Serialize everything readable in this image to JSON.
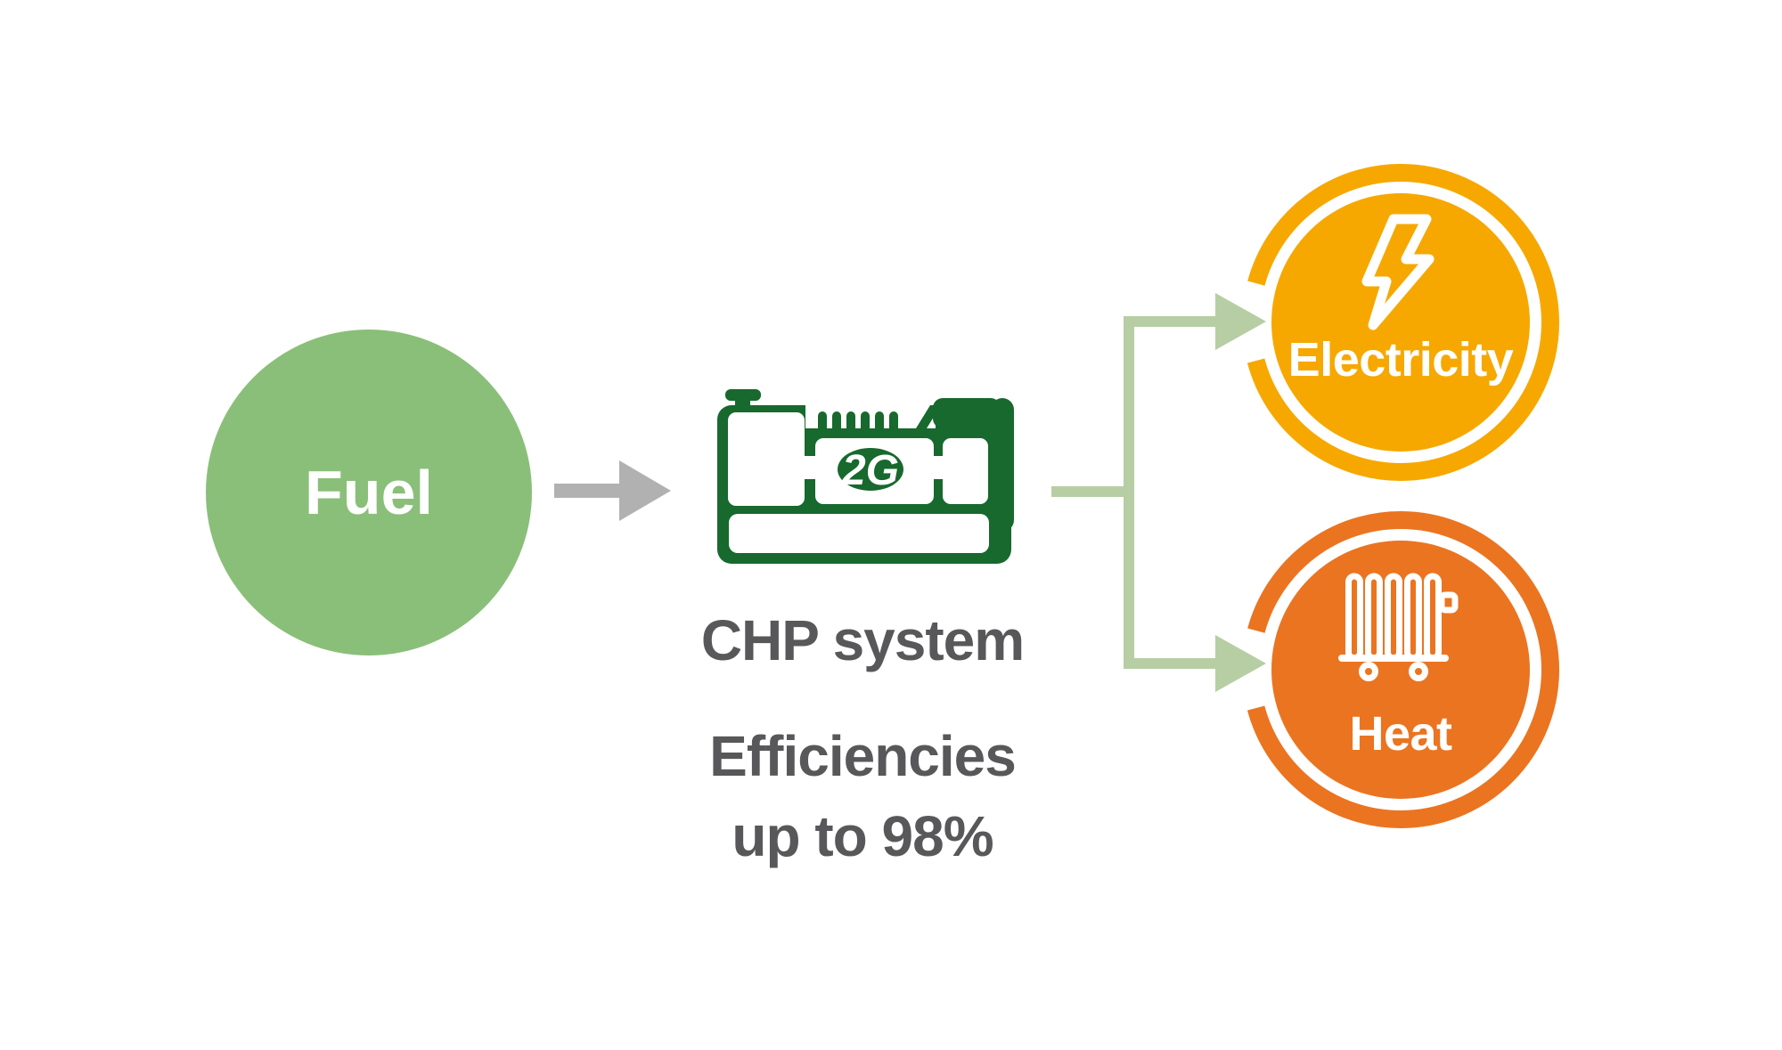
{
  "fuel": {
    "label": "Fuel"
  },
  "chp": {
    "label": "CHP system",
    "badge": "2G",
    "efficiency": [
      "Efficiencies",
      "up to 98%"
    ]
  },
  "outputs": {
    "electricity": {
      "label": "Electricity"
    },
    "heat": {
      "label": "Heat"
    }
  },
  "colors": {
    "fuel_green": "#8ABF79",
    "chp_dark_green": "#17692D",
    "electricity_amber": "#F6A800",
    "heat_orange": "#EB7421",
    "connector_green": "#B7CEA4",
    "arrow_gray": "#B1B1B1",
    "label_gray": "#58585A"
  }
}
